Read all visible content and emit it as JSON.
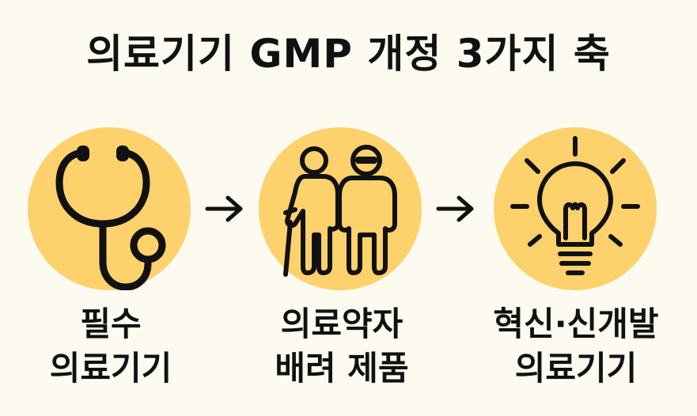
{
  "title": "의료기기 GMP 개정 3가지 축",
  "colors": {
    "background": "#fdfaf0",
    "circle": "#fdd16b",
    "ink": "#111111"
  },
  "steps": [
    {
      "icon": "stethoscope-icon",
      "label_line1": "필수",
      "label_line2": "의료기기"
    },
    {
      "icon": "elderly-and-visually-impaired-people-icon",
      "label_line1": "의료약자",
      "label_line2": "배려 제품"
    },
    {
      "icon": "lightbulb-icon",
      "label_line1": "혁신·신개발",
      "label_line2": "의료기기"
    }
  ],
  "connectors": [
    "arrow-right-icon",
    "arrow-right-icon"
  ]
}
